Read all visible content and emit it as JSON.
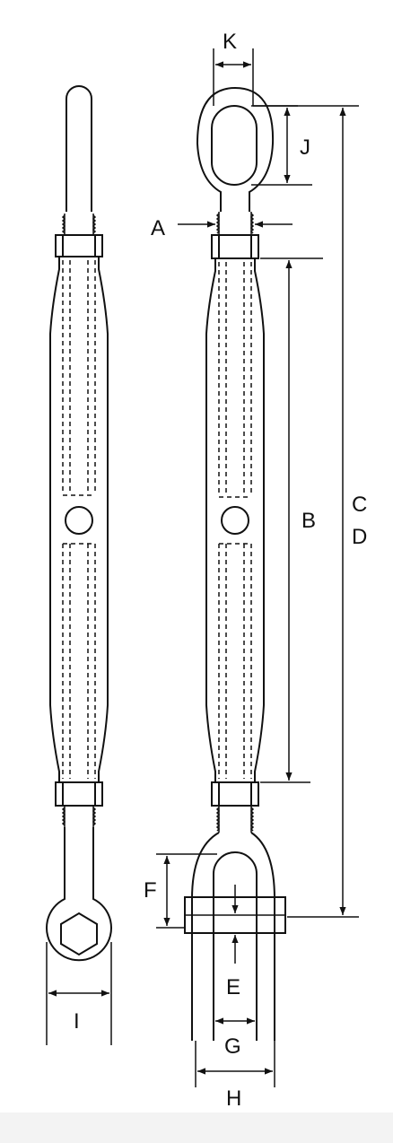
{
  "colors": {
    "line": "#111111",
    "background": "#ffffff",
    "band": "#f3f3f3"
  },
  "labels": {
    "a": "A",
    "b": "B",
    "c": "C",
    "d": "D",
    "e": "E",
    "f": "F",
    "g": "G",
    "h": "H",
    "i": "I",
    "j": "J",
    "k": "K"
  }
}
